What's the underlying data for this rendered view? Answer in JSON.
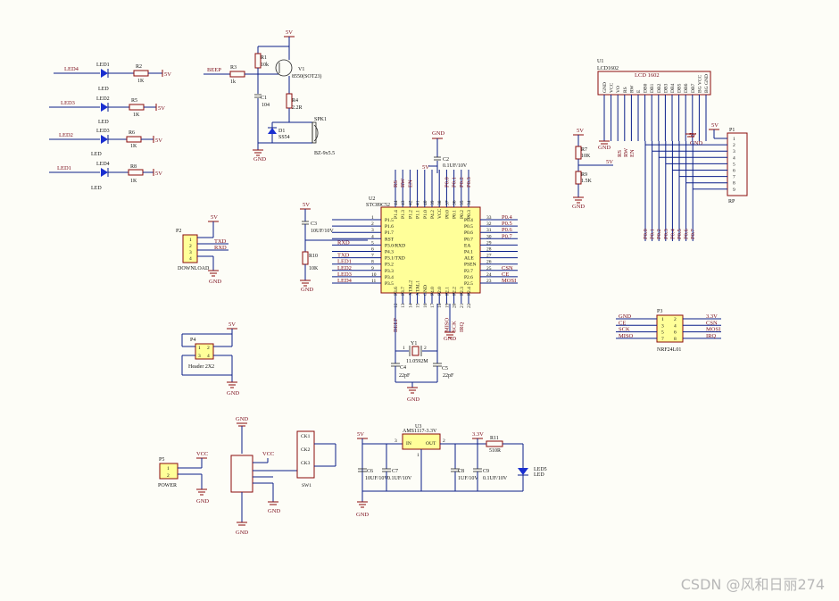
{
  "watermark": "CSDN @风和日丽274",
  "colors": {
    "wire": "#0b1f8a",
    "part": "#8a0b0b",
    "net": "#7a0b1a",
    "body": "#ffff99",
    "led": "#1a2fd0"
  },
  "leds": [
    {
      "net": "LED4",
      "ref": "LED1",
      "type": "LED",
      "res": "R2",
      "val": "1K",
      "supply": "5V"
    },
    {
      "net": "LED3",
      "ref": "LED2",
      "type": "LED",
      "res": "R5",
      "val": "1K",
      "supply": "5V"
    },
    {
      "net": "LED2",
      "ref": "LED3",
      "type": "LED",
      "res": "R6",
      "val": "1K",
      "supply": "5V"
    },
    {
      "net": "LED1",
      "ref": "LED4",
      "type": "LED",
      "res": "R8",
      "val": "1K",
      "supply": "5V"
    }
  ],
  "buzzer": {
    "supply": "5V",
    "beep": "BEEP",
    "r3": "R3",
    "r3v": "1k",
    "r1": "R1",
    "r1v": "10k",
    "q": "V1",
    "qv": "8550(SOT23)",
    "c1": "C1",
    "c1v": "104",
    "r4": "R4",
    "r4v": "2.2R",
    "d1": "D1",
    "d1v": "SS54",
    "spk": "SPK1",
    "spkv": "BZ-9x5.5",
    "gnd": "GND"
  },
  "mcu": {
    "ref": "U2",
    "part": "STC89C52",
    "left_pins": [
      [
        "1",
        "P1.5"
      ],
      [
        "2",
        "P1.6"
      ],
      [
        "3",
        "P1.7"
      ],
      [
        "4",
        "RST"
      ],
      [
        "5",
        "P3.0/RXD"
      ],
      [
        "6",
        "P4.3"
      ],
      [
        "7",
        "P3.1/TXD"
      ],
      [
        "8",
        "P3.2"
      ],
      [
        "9",
        "P3.3"
      ],
      [
        "10",
        "P3.4"
      ],
      [
        "11",
        "P3.5"
      ]
    ],
    "left_nets": [
      "",
      "",
      "",
      "",
      "RXD",
      "",
      "TXD",
      "LED1",
      "LED2",
      "LED3",
      "LED4"
    ],
    "right_pins": [
      [
        "33",
        "P0.4"
      ],
      [
        "32",
        "P0.5"
      ],
      [
        "31",
        "P0.6"
      ],
      [
        "30",
        "P0.7"
      ],
      [
        "29",
        "EA"
      ],
      [
        "28",
        "P4.1"
      ],
      [
        "27",
        "ALE"
      ],
      [
        "26",
        "PSEN"
      ],
      [
        "25",
        "P2.7"
      ],
      [
        "24",
        "P2.6"
      ],
      [
        "23",
        "P2.5"
      ]
    ],
    "right_nets": [
      "P0.4",
      "P0.5",
      "P0.6",
      "P0.7",
      "",
      "",
      "",
      "",
      "CSN",
      "CE",
      "MOSI"
    ],
    "top_pins": [
      "P1.4",
      "P1.3",
      "P1.2",
      "P1.1",
      "P1.0",
      "P4.2",
      "VCC",
      "P0.0",
      "P0.1",
      "P0.2",
      "P0.3"
    ],
    "top_nums": [
      "44",
      "43",
      "42",
      "41",
      "40",
      "39",
      "38",
      "37",
      "36",
      "35",
      "34"
    ],
    "top_nets": [
      "RS",
      "RW",
      "EN",
      "",
      "",
      "",
      "",
      "P0.0",
      "P0.1",
      "P0.2",
      "P0.3"
    ],
    "bottom_pins": [
      "P3.6",
      "P3.7",
      "XTAL2",
      "XTAL1",
      "GND",
      "P4.0",
      "P2.0",
      "P2.1",
      "P2.2",
      "P2.3",
      "P2.4"
    ],
    "bottom_nums": [
      "12",
      "13",
      "14",
      "15",
      "16",
      "17",
      "18",
      "19",
      "20",
      "21",
      "22"
    ],
    "bottom_nets": [
      "BEEP",
      "",
      "",
      "",
      "",
      "",
      "",
      "MISO",
      "SCK",
      "IRQ",
      ""
    ],
    "c2": "C2",
    "c2v": "0.1UF/10V",
    "vcc": "5V",
    "gnd": "GND"
  },
  "reset": {
    "c3": "C3",
    "c3v": "10UF/10V",
    "r10": "R10",
    "r10v": "10K",
    "supply": "5V",
    "gnd": "GND"
  },
  "crystal": {
    "ref": "Y1",
    "val": "11.0592M",
    "c4": "C4",
    "c4v": "22pF",
    "c5": "C5",
    "c5v": "22pF",
    "gnd": "GND",
    "pins": [
      "1",
      "2"
    ]
  },
  "download": {
    "ref": "P2",
    "name": "DOWNLOAD",
    "supply": "5V",
    "nets": [
      "TXD",
      "RXD"
    ],
    "pins": [
      "1",
      "2",
      "3",
      "4"
    ],
    "gnd": "GND"
  },
  "header": {
    "ref": "P4",
    "name": "Header 2X2",
    "supply": "5V",
    "pins": [
      "1",
      "2",
      "3",
      "4"
    ],
    "gnd": "GND"
  },
  "lcd": {
    "ref": "U1",
    "part": "LCD1602",
    "title": "LCD 1602",
    "pins": [
      "GND",
      "VCC",
      "VO",
      "RS",
      "RW",
      "E",
      "DB0",
      "DB1",
      "DB2",
      "DB3",
      "DB4",
      "DB5",
      "DB6",
      "DB7",
      "BG VCC",
      "BG GND"
    ],
    "r7": "R7",
    "r7v": "10K",
    "r9": "R9",
    "r9v": "1.5K",
    "supply": "5V",
    "gnd": "GND",
    "nets": [
      "RS",
      "RW",
      "EN"
    ],
    "bus": [
      "P0.0",
      "P0.1",
      "P0.2",
      "P0.3",
      "P0.4",
      "P0.5",
      "P0.6",
      "P0.7"
    ]
  },
  "rp": {
    "ref": "P1",
    "name": "RP",
    "supply": "5V",
    "pins": [
      "1",
      "2",
      "3",
      "4",
      "5",
      "6",
      "7",
      "8",
      "9"
    ]
  },
  "nrf": {
    "ref": "P3",
    "name": "NRF24L01",
    "left": [
      "GND",
      "CE",
      "SCK",
      "MISO"
    ],
    "right": [
      "3.3V",
      "CSN",
      "MOSI",
      "IRQ"
    ],
    "lnums": [
      "1",
      "3",
      "5",
      "7"
    ],
    "rnums": [
      "2",
      "4",
      "6",
      "8"
    ]
  },
  "power": {
    "ref": "P5",
    "name": "POWER",
    "pins": [
      "1",
      "2"
    ],
    "vcc": "VCC",
    "gnd": "GND"
  },
  "switch": {
    "gnd": "GND",
    "vcc": "VCC",
    "ref": "SW1",
    "labels": [
      "CK1",
      "CK2",
      "CK3"
    ]
  },
  "regulator": {
    "ref": "U3",
    "part": "AMS1117-3.3V",
    "in": "IN",
    "out": "OUT",
    "pin_in": "3",
    "pin_out": "2",
    "pin_gnd": "1",
    "vin": "5V",
    "vout": "3.3V",
    "c6": "C6",
    "c6v": "10UF/10V",
    "c7": "C7",
    "c7v": "0.1UF/10V",
    "c8": "C8",
    "c8v": "1UF/10V",
    "c9": "C9",
    "c9v": "0.1UF/10V",
    "r11": "R11",
    "r11v": "510R",
    "led": "LED5",
    "ledv": "LED",
    "gnd": "GND"
  }
}
